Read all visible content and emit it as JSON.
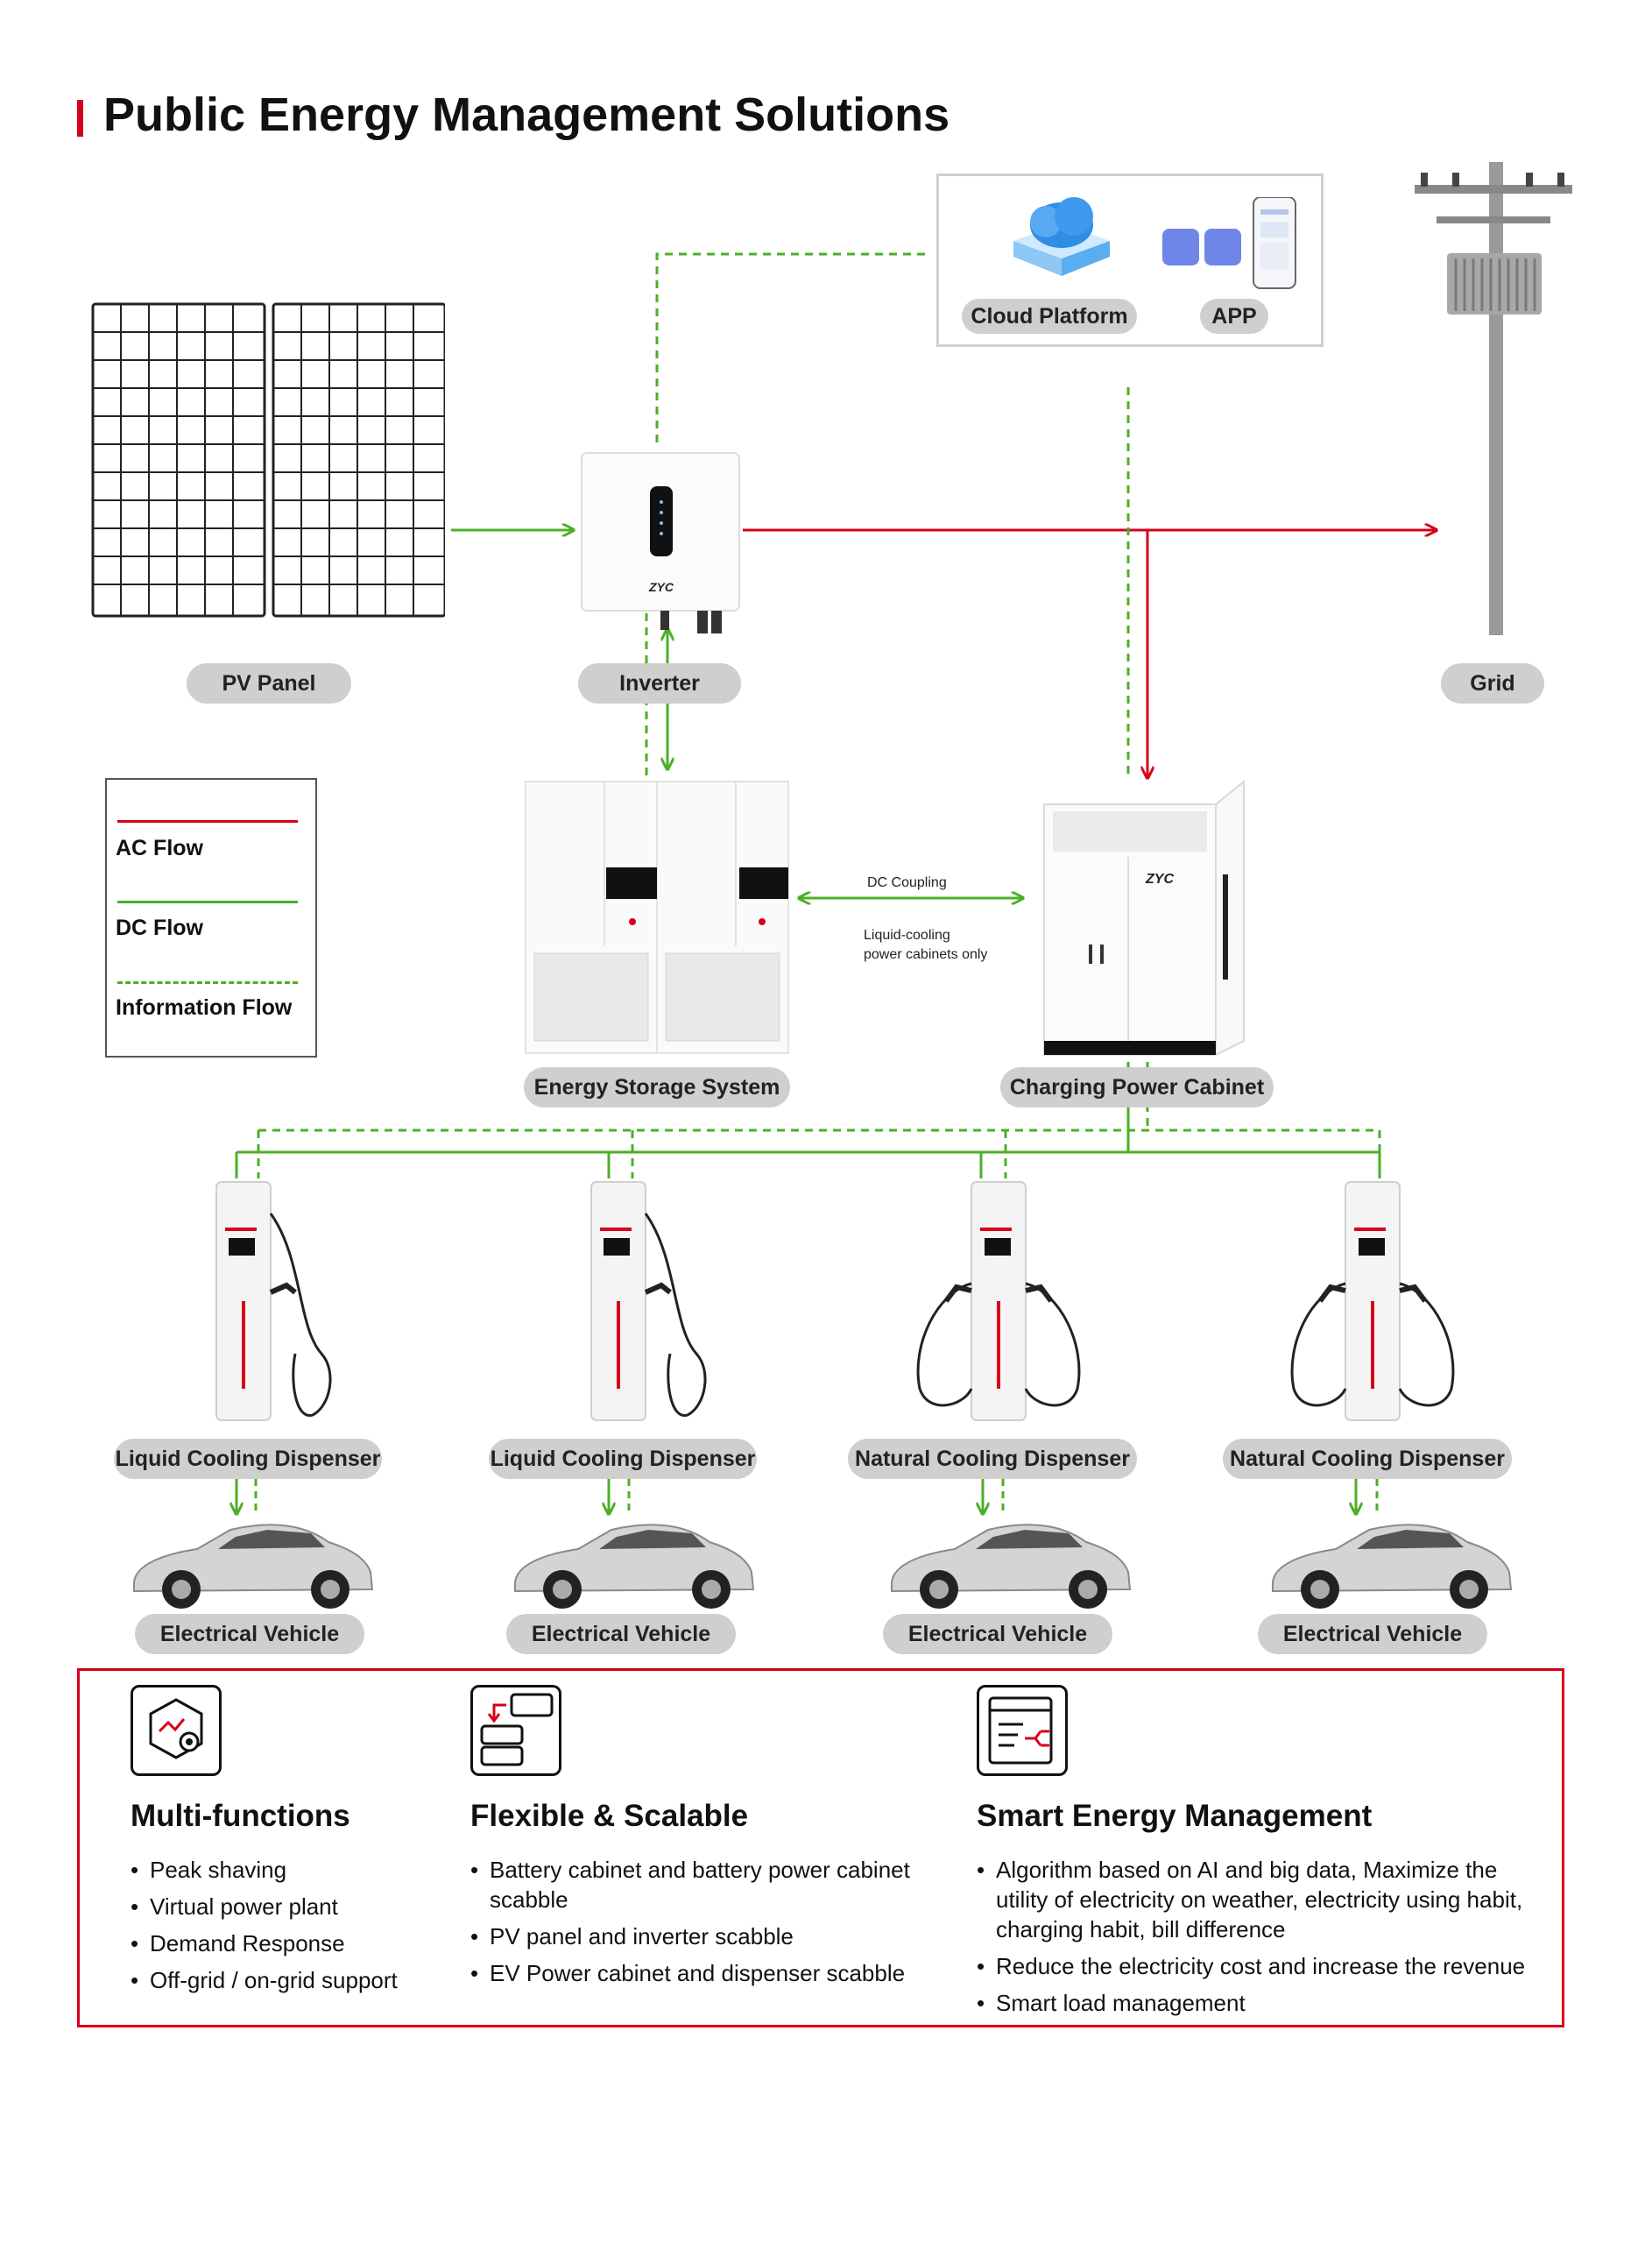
{
  "title": "Public Energy Management Solutions",
  "nodes": {
    "pv_panel": "PV Panel",
    "inverter": "Inverter",
    "grid": "Grid",
    "cloud_platform": "Cloud Platform",
    "app": "APP",
    "energy_storage": "Energy Storage System",
    "charging_cabinet": "Charging Power Cabinet"
  },
  "legend": {
    "ac": "AC Flow",
    "dc": "DC Flow",
    "info": "Information Flow"
  },
  "colors": {
    "ac": "#d6001c",
    "dc": "#4caf27",
    "info": "#4caf27",
    "accent": "#d6001c",
    "pill": "#cfcfcf"
  },
  "dc_coupling": {
    "label": "DC Coupling",
    "note_line1": "Liquid-cooling",
    "note_line2": "power cabinets only"
  },
  "dispensers": [
    {
      "label": "Liquid Cooling Dispenser",
      "vehicle": "Electrical Vehicle"
    },
    {
      "label": "Liquid Cooling Dispenser",
      "vehicle": "Electrical Vehicle"
    },
    {
      "label": "Natural Cooling Dispenser",
      "vehicle": "Electrical Vehicle"
    },
    {
      "label": "Natural Cooling Dispenser",
      "vehicle": "Electrical Vehicle"
    }
  ],
  "features": {
    "multi": {
      "title": "Multi-functions",
      "items": [
        "Peak shaving",
        "Virtual power plant",
        "Demand Response",
        "Off-grid / on-grid support"
      ]
    },
    "flex": {
      "title": "Flexible & Scalable",
      "items": [
        "Battery cabinet and battery power cabinet scabble",
        "PV panel and inverter scabble",
        "EV Power cabinet and dispenser scabble"
      ]
    },
    "smart": {
      "title": "Smart Energy Management",
      "items": [
        "Algorithm based on AI and big data, Maximize the utility of electricity on weather, electricity using habit, charging habit, bill difference",
        "Reduce the electricity cost and increase the revenue",
        "Smart load management"
      ]
    }
  }
}
